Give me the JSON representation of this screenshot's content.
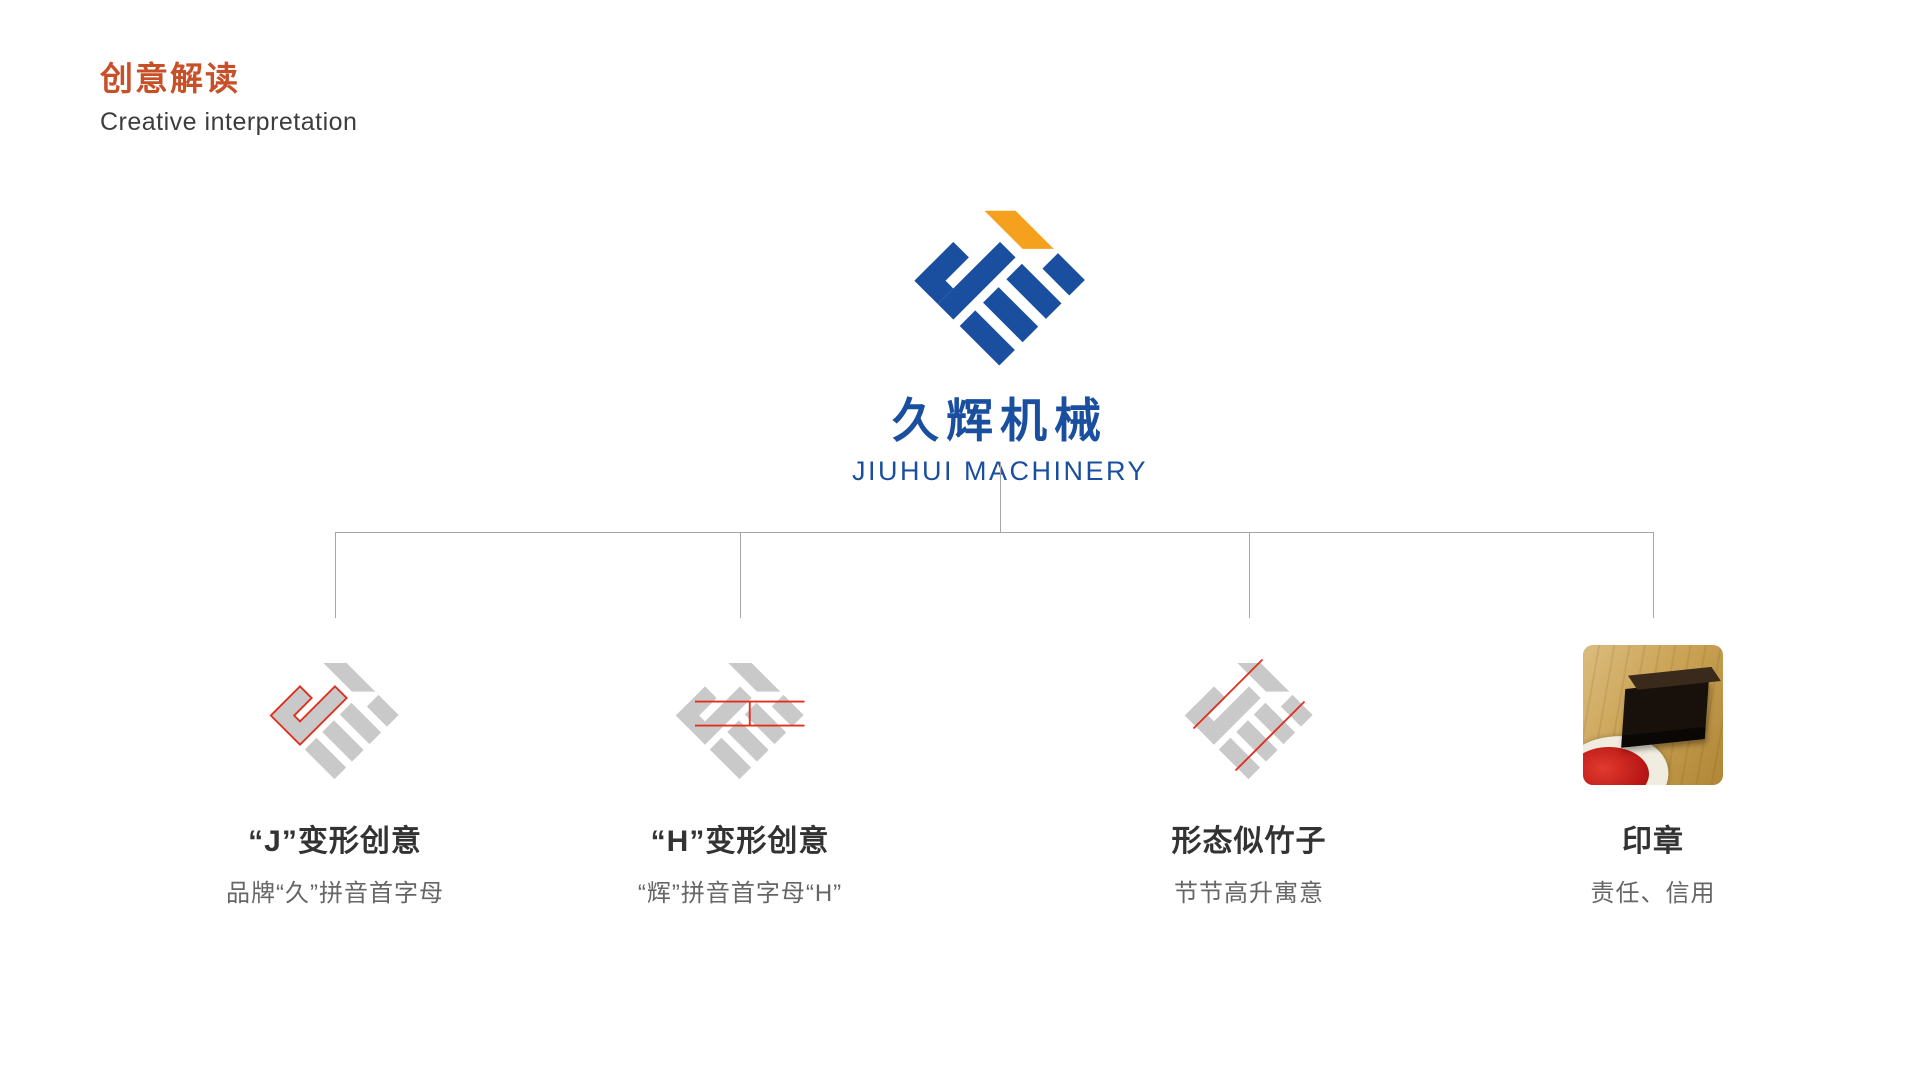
{
  "colors": {
    "brand-blue": "#1a4fa0",
    "brand-orange": "#f5a11d",
    "title-orange": "#c75029",
    "mark-gray": "#c9c9c9",
    "annotation-red": "#e0301e",
    "line-gray": "#a6a6a6",
    "text-dark": "#333333",
    "text-gray": "#666666"
  },
  "header": {
    "title": "创意解读",
    "subtitle": "Creative interpretation"
  },
  "logo": {
    "name_cn": "久辉机械",
    "name_en": "JIUHUI MACHINERY"
  },
  "items": [
    {
      "icon": "mark-j-outline-icon",
      "title": "“J”变形创意",
      "subtitle": "品牌“久”拼音首字母"
    },
    {
      "icon": "mark-h-lines-icon",
      "title": "“H”变形创意",
      "subtitle": "“辉”拼音首字母“H”"
    },
    {
      "icon": "mark-bamboo-lines-icon",
      "title": "形态似竹子",
      "subtitle": "节节高升寓意"
    },
    {
      "icon": "seal-stamp-photo",
      "title": "印章",
      "subtitle": "责任、信用"
    }
  ]
}
